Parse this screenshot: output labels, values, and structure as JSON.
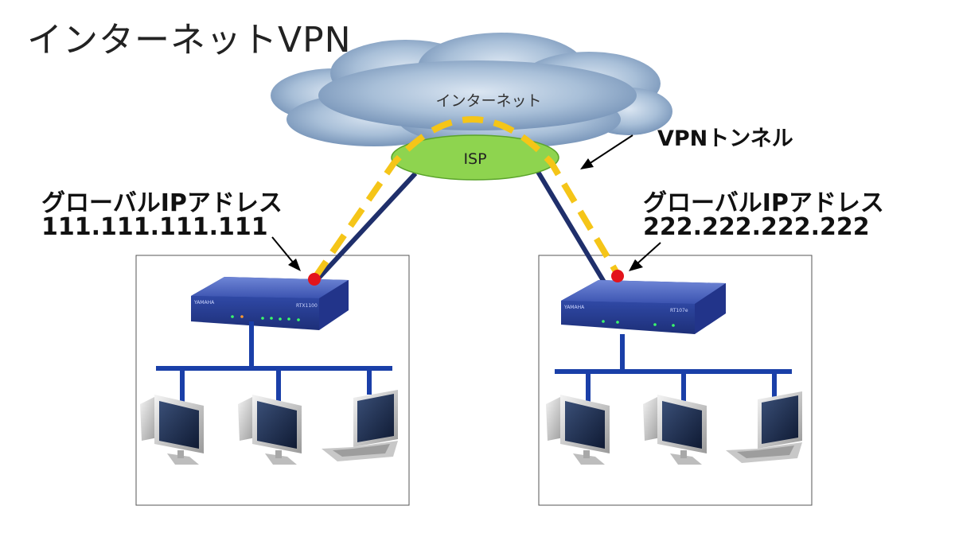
{
  "title": "インターネットVPN",
  "cloud_label": "インターネット",
  "isp_label": "ISP",
  "vpn_tunnel_label": "VPNトンネル",
  "left_site": {
    "global_ip_label": "グローバルIPアドレス",
    "global_ip": "111.111.111.111",
    "router_model": "RTX1100"
  },
  "right_site": {
    "global_ip_label": "グローバルIPアドレス",
    "global_ip": "222.222.222.222",
    "router_model": "RT107e"
  },
  "router_brand": "YAMAHA",
  "colors": {
    "cloud": "#8fa9c9",
    "isp": "#8ed44f",
    "tunnel": "#f5c518",
    "wan_line": "#1f2f6b",
    "lan": "#1a3fa8",
    "endpoint": "#e3141b"
  }
}
